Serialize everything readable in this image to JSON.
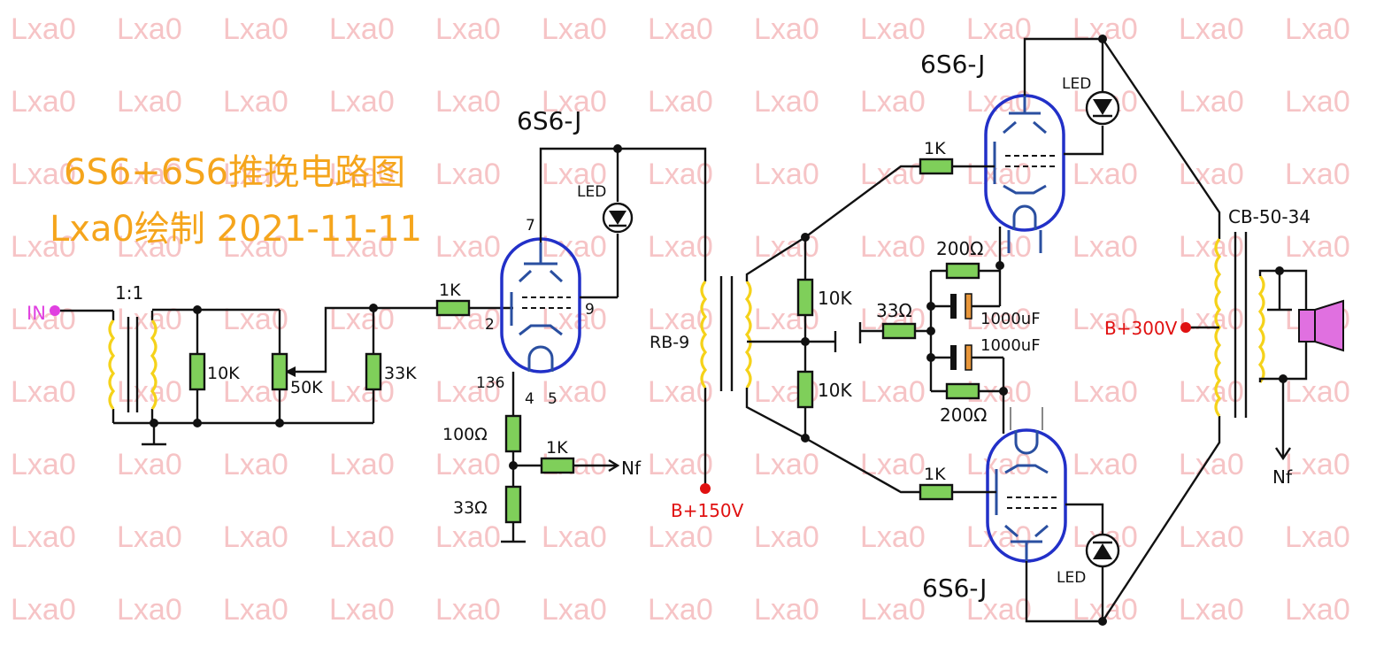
{
  "title": {
    "line1": "6S6+6S6推挽电路图",
    "line2": "Lxa0绘制  2021-11-11"
  },
  "watermark": "Lxa0",
  "labels": {
    "in": "IN",
    "ratio": "1:1",
    "r_10k_in": "10K",
    "pot_50k": "50K",
    "r_33k": "33K",
    "r_1k_grid": "1K",
    "tube_first": "6S6-J",
    "pin7": "7",
    "pin2": "2",
    "pin9": "9",
    "pin136": "136",
    "pin4": "4",
    "pin5": "5",
    "led_first": "LED",
    "r_100": "100Ω",
    "r_1k_nf": "1K",
    "nf_first": "Nf",
    "r_33_cath": "33Ω",
    "rb9": "RB-9",
    "b150": "B+150V",
    "r_10k_top": "10K",
    "r_10k_bot": "10K",
    "r_33_bias": "33Ω",
    "r_200_top": "200Ω",
    "r_200_bot": "200Ω",
    "c_top": "1000uF",
    "c_bot": "1000uF",
    "r_1k_top": "1K",
    "r_1k_bot": "1K",
    "tube_top": "6S6-J",
    "tube_bot": "6S6-J",
    "led_top": "LED",
    "led_bot": "LED",
    "cb": "CB-50-34",
    "b300": "B+300V",
    "nf_out": "Nf"
  },
  "colors": {
    "wire": "#111111",
    "resistor": "#7fcf5a",
    "coil": "#f5d21a",
    "tube": "#2230c8",
    "title": "#f5a51c",
    "supply": "#e01111",
    "input": "#e040e0",
    "capacitor_plate": "#e8963a",
    "watermark": "#f6c4c6"
  }
}
